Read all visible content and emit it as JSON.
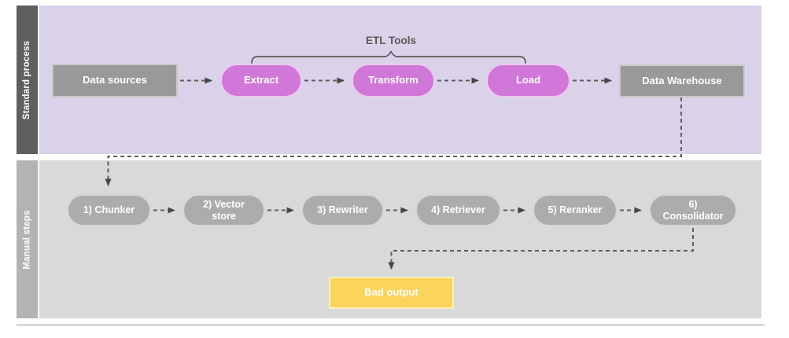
{
  "lanes": {
    "standard_process": {
      "label": "Standard process",
      "bar_color": "#5f5f5f",
      "background": "#d9d2e9"
    },
    "manual_steps": {
      "label": "Manual steps",
      "bar_color": "#b3b3b3",
      "background": "#d9d9d9"
    }
  },
  "annotation": {
    "etl_tools_label": "ETL Tools"
  },
  "nodes": {
    "data_sources": {
      "label": "Data sources",
      "shape": "rectangle",
      "fill": "#999999",
      "text_color": "#ffffff"
    },
    "extract": {
      "label": "Extract",
      "shape": "pill",
      "fill": "#d177da",
      "text_color": "#ffffff"
    },
    "transform": {
      "label": "Transform",
      "shape": "pill",
      "fill": "#d177da",
      "text_color": "#ffffff"
    },
    "load": {
      "label": "Load",
      "shape": "pill",
      "fill": "#d177da",
      "text_color": "#ffffff"
    },
    "data_warehouse": {
      "label": "Data Warehouse",
      "shape": "rectangle",
      "fill": "#999999",
      "text_color": "#ffffff"
    },
    "chunker": {
      "label": "1) Chunker",
      "shape": "pill",
      "fill": "#acacac",
      "text_color": "#ffffff"
    },
    "vector_store": {
      "label": "2) Vector\nstore",
      "shape": "pill",
      "fill": "#acacac",
      "text_color": "#ffffff"
    },
    "rewriter": {
      "label": "3) Rewriter",
      "shape": "pill",
      "fill": "#acacac",
      "text_color": "#ffffff"
    },
    "retriever": {
      "label": "4) Retriever",
      "shape": "pill",
      "fill": "#acacac",
      "text_color": "#ffffff"
    },
    "reranker": {
      "label": "5) Reranker",
      "shape": "pill",
      "fill": "#acacac",
      "text_color": "#ffffff"
    },
    "consolidator": {
      "label": "6)\nConsolidator",
      "shape": "pill",
      "fill": "#acacac",
      "text_color": "#ffffff"
    },
    "bad_output": {
      "label": "Bad output",
      "shape": "rectangle",
      "fill": "#fbd45c",
      "text_color": "#ffffff"
    }
  },
  "edges": [
    {
      "from": "data_sources",
      "to": "extract",
      "style": "dashed-arrow"
    },
    {
      "from": "extract",
      "to": "transform",
      "style": "dashed-arrow"
    },
    {
      "from": "transform",
      "to": "load",
      "style": "dashed-arrow"
    },
    {
      "from": "load",
      "to": "data_warehouse",
      "style": "dashed-arrow"
    },
    {
      "from": "data_warehouse",
      "to": "chunker",
      "style": "dashed-arrow"
    },
    {
      "from": "chunker",
      "to": "vector_store",
      "style": "dashed-arrow"
    },
    {
      "from": "vector_store",
      "to": "rewriter",
      "style": "dashed-arrow"
    },
    {
      "from": "rewriter",
      "to": "retriever",
      "style": "dashed-arrow"
    },
    {
      "from": "retriever",
      "to": "reranker",
      "style": "dashed-arrow"
    },
    {
      "from": "reranker",
      "to": "consolidator",
      "style": "dashed-arrow"
    },
    {
      "from": "consolidator",
      "to": "bad_output",
      "style": "dashed-arrow"
    }
  ],
  "etl_tools_group": [
    "extract",
    "transform",
    "load"
  ],
  "colors": {
    "connector": "#5e5e5e",
    "arrowhead": "#474747",
    "brace": "#595959",
    "bottom_divider": "#d9d9d9",
    "page_background": "#ffffff"
  }
}
